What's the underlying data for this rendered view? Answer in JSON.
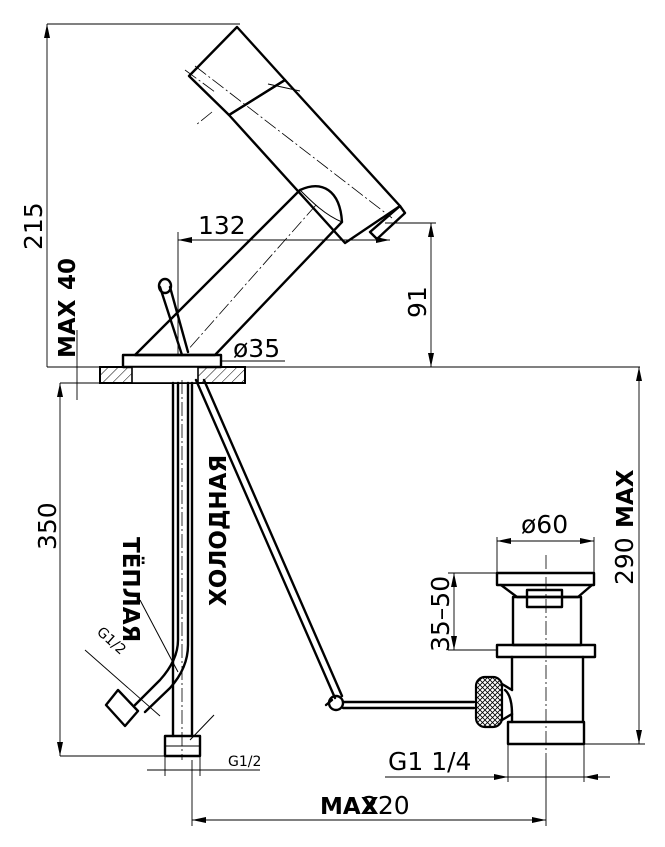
{
  "dimensions": {
    "total_height": "215",
    "reach": "132",
    "spout_height": "91",
    "deck_thickness_label": "MAX",
    "deck_thickness_value": "40",
    "base_diameter": "ø35",
    "hose_length": "350",
    "waste_diameter": "ø60",
    "waste_range": "35–50",
    "waste_length_value": "290",
    "waste_length_label": "MAX",
    "waste_thread": "G1  1/4",
    "rod_length_label": "MAX",
    "rod_length_value": "220",
    "hose_thread_1": "G1/2",
    "hose_thread_2": "G1/2"
  },
  "labels": {
    "warm": "ТЁПЛАЯ",
    "cold": "ХОЛОДНАЯ"
  }
}
